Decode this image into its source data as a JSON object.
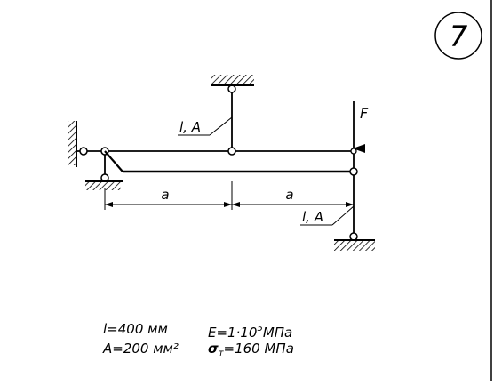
{
  "problem_number": "7",
  "labels": {
    "force": "F",
    "segment_left": "a",
    "segment_right": "a",
    "rod_upper": "l, A",
    "rod_lower": "l, A"
  },
  "params": {
    "length": {
      "symbol": "l",
      "value": "=400 мм"
    },
    "area": {
      "symbol": "A",
      "value": "=200 мм²"
    },
    "modulus": {
      "symbol": "E",
      "value_main": "=1·10",
      "exponent": "5",
      "unit": "МПа"
    },
    "yield_stress": {
      "symbol": "σ",
      "subscript": "т",
      "value": "=160 МПа"
    }
  },
  "colors": {
    "line": "#000000",
    "background": "#ffffff"
  }
}
